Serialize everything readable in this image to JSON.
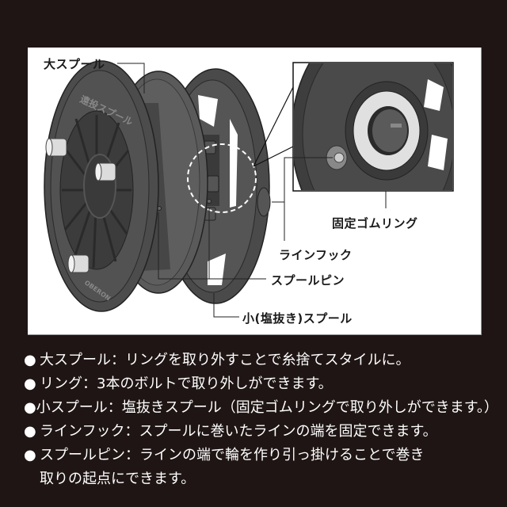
{
  "diagram": {
    "labels": {
      "large_spool": "大スプール",
      "fixing_rubber_ring": "固定ゴムリング",
      "line_hook": "ラインフック",
      "spool_pin": "スプールピン",
      "small_spool": "小(塩抜き)スプール"
    },
    "engraving": {
      "spool_top": "遠投スプール",
      "spool_bottom": "OBERON"
    },
    "colors": {
      "background": "#1e1514",
      "panel": "#ffffff",
      "spool_dark": "#3c3c3c",
      "spool_mid": "#5a5a5a",
      "spool_light": "#6e6e6e",
      "ring_light": "#d8d8d8"
    }
  },
  "notes": [
    {
      "bullet": "●",
      "term": "大スプール",
      "sep": "：",
      "desc": "リングを取り外すことで糸捨てスタイルに。"
    },
    {
      "bullet": "●",
      "term": "リング",
      "sep": "：",
      "desc": "3本のボルトで取り外しができます。"
    },
    {
      "bullet": "●",
      "term": "小スプール",
      "sep": "：",
      "desc": "塩抜きスプール（固定ゴムリングで取り外しができます。）"
    },
    {
      "bullet": "●",
      "term": "ラインフック",
      "sep": "：",
      "desc": "スプールに巻いたラインの端を固定できます。"
    },
    {
      "bullet": "●",
      "term": "スプールピン",
      "sep": "：",
      "desc": "ラインの端で輪を作り引っ掛けることで巻き"
    },
    {
      "bullet": "",
      "term": "",
      "sep": "",
      "desc": "取りの起点にできます。"
    }
  ]
}
